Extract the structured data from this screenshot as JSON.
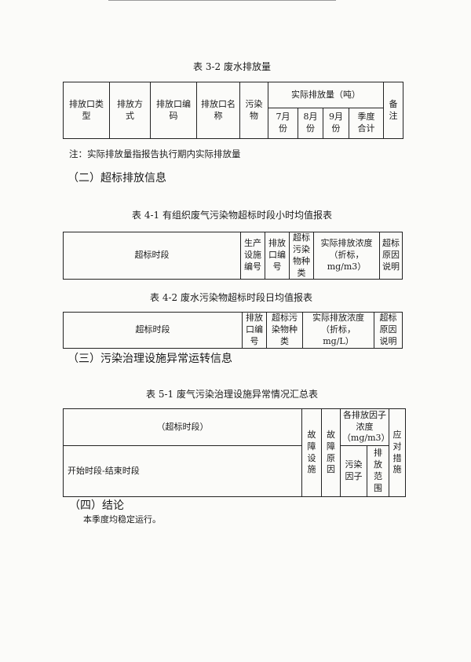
{
  "table32": {
    "caption": "表 3-2  废水排放量",
    "h_type": "排放口类型",
    "h_method": "排放方式",
    "h_code": "排放口编码",
    "h_name": "排放口名称",
    "h_pollutant": "污染物",
    "h_actual": "实际排放量（吨）",
    "h_m7": "7月份",
    "h_m8": "8月份",
    "h_m9": "9月份",
    "h_total": "季度合计",
    "h_remark": "备注"
  },
  "note": "注：实际排放量指报告执行期内实际排放量",
  "sec2": "（二）超标排放信息",
  "table41": {
    "caption": "表 4-1  有组织废气污染物超标时段小时均值报表",
    "h_period": "超标时段",
    "h_facility": "生产设施编号",
    "h_outlet": "排放口编号",
    "h_pollutant": "超标污染物种类",
    "h_conc": "实际排放浓度（折标，mg/m3）",
    "h_reason": "超标原因说明"
  },
  "table42": {
    "caption": "表 4-2  废水污染物超标时段日均值报表",
    "h_period": "超标时段",
    "h_outlet": "排放口编号",
    "h_pollutant": "超标污染物种类",
    "h_conc": "实际排放浓度（折标，mg/L）",
    "h_reason": "超标原因说明"
  },
  "sec3": "（三）污染治理设施异常运转信息",
  "table51": {
    "caption": "表 5-1  废气污染治理设施异常情况汇总表",
    "h_period": "（超标时段）",
    "h_fault_fac": "故障设施",
    "h_fault_reason": "故障原因",
    "h_conc": "各排放因子浓度（mg/m3）",
    "h_factor": "污染因子",
    "h_range": "排放范围",
    "h_measure": "应对措施",
    "row_period": "开始时段-结束时段"
  },
  "sec4": "（四）结论",
  "conclusion": "本季度均稳定运行。"
}
